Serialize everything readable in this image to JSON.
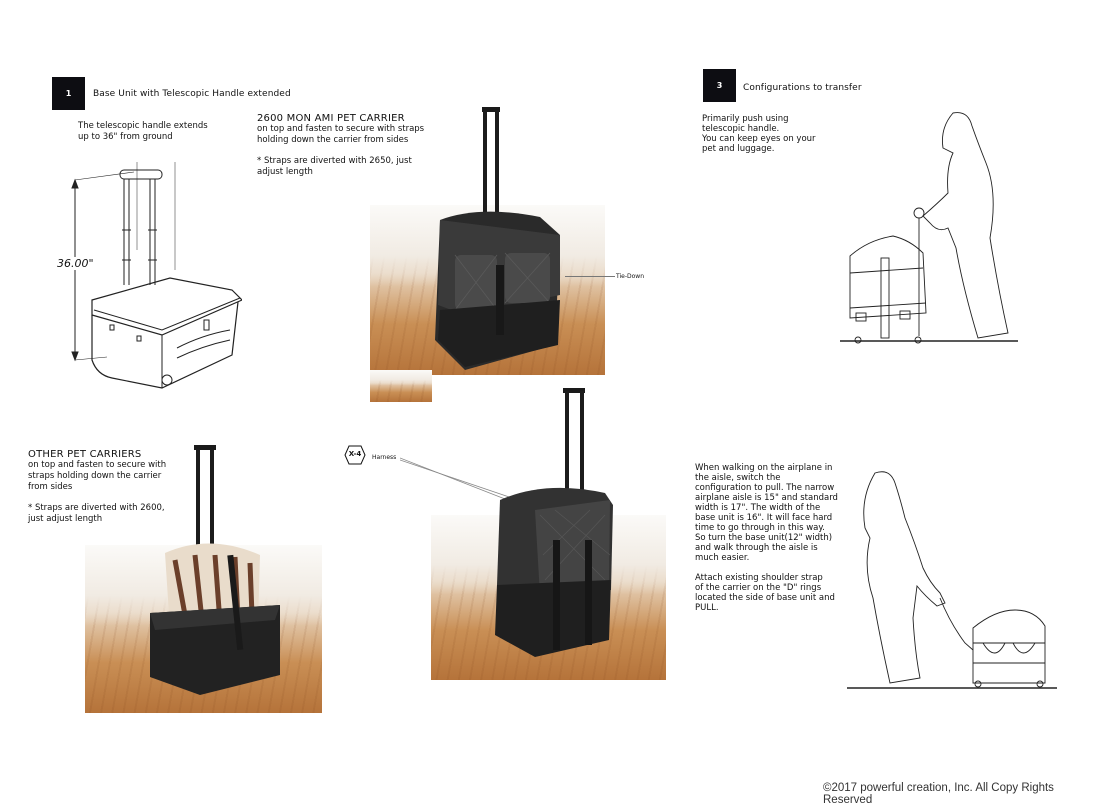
{
  "section1": {
    "number": "1",
    "title": "Base Unit with Telescopic Handle extended",
    "description_lines": [
      "The telescopic handle extends",
      "up to 36\" from ground"
    ],
    "dimension_label": "36.00\""
  },
  "mon_ami": {
    "heading": "2600 MON AMI PET CARRIER",
    "lines": [
      "on top and fasten to secure with straps",
      "holding down the carrier from sides"
    ],
    "note_lines": [
      "* Straps are diverted with 2650, just",
      "adjust length"
    ],
    "callout": "Tie-Down"
  },
  "other_carriers": {
    "heading": "OTHER PET CARRIERS",
    "lines": [
      "on top and fasten to secure with",
      "straps holding down the carrier",
      "from sides"
    ],
    "note_lines": [
      "* Straps are diverted with 2600,",
      "just adjust length"
    ]
  },
  "harness": {
    "badge": "X-4",
    "label": "Harness"
  },
  "section3": {
    "number": "3",
    "title": "Configurations to transfer",
    "push_lines": [
      "Primarily push using",
      "telescopic handle.",
      "You can keep eyes on your",
      "pet and luggage."
    ],
    "pull_lines": [
      "When walking on the airplane in",
      "the aisle, switch the",
      "configuration to pull. The narrow",
      "airplane aisle is 15\" and standard",
      "width is 17\". The width of the",
      "base unit is 16\". It will face hard",
      "time to go through in this way.",
      "So turn the base unit(12\" width)",
      "and walk through the aisle is",
      "much easier."
    ],
    "attach_lines": [
      "Attach existing shoulder strap",
      "of the carrier on the \"D\" rings",
      "located the side of base unit and",
      "PULL."
    ]
  },
  "footer": {
    "copyright": "©2017 powerful creation, Inc. All Copy Rights Reserved"
  }
}
